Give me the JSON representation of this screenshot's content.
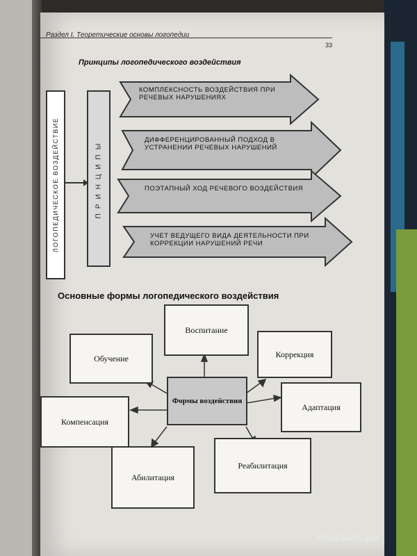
{
  "header": {
    "section": "Раздел I. Теоретические основы логопедии",
    "page_number": "33"
  },
  "principles": {
    "title": "Принципы логопедического воздействия",
    "left_label": "ЛОГОПЕДИЧЕСКОЕ ВОЗДЕЙСТВИЕ",
    "middle_label": "ПРИНЦИПЫ",
    "items": [
      "КОМПЛЕКСНОСТЬ ВОЗДЕЙСТВИЯ ПРИ РЕЧЕВЫХ НАРУШЕНИЯХ",
      "ДИФФЕРЕНЦИРОВАННЫЙ ПОДХОД В УСТРАНЕНИИ РЕЧЕВЫХ НАРУШЕНИЙ",
      "ПОЭТАПНЫЙ ХОД РЕЧЕВОГО ВОЗДЕЙСТВИЯ",
      "УЧЕТ ВЕДУЩЕГО ВИДА ДЕЯТЕЛЬНОСТИ ПРИ КОРРЕКЦИИ НАРУШЕНИЙ РЕЧИ"
    ]
  },
  "forms": {
    "title": "Основные формы логопедического воздействия",
    "center": "Формы воздействия",
    "nodes": {
      "upbringing": "Воспитание",
      "education": "Обучение",
      "correction": "Коррекция",
      "compensation": "Компенсация",
      "adaptation": "Адаптация",
      "habilitation": "Абилитация",
      "rehabilitation": "Реабилитация"
    }
  },
  "watermark": "абиринт.ру"
}
